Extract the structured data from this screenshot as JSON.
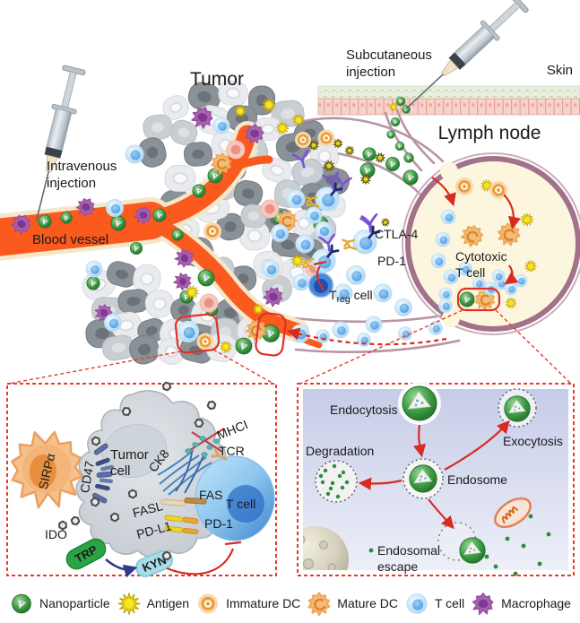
{
  "main": {
    "tumor_title": "Tumor",
    "lymph_node_title": "Lymph node",
    "intravenous_line1": "Intravenous",
    "intravenous_line2": "injection",
    "blood_vessel": "Blood vessel",
    "subcutaneous_line1": "Subcutaneous",
    "subcutaneous_line2": "injection",
    "skin": "Skin",
    "ctla4": "CTLA-4",
    "pd1": "PD-1",
    "treg_t": "T",
    "treg_sub": "reg",
    "treg_cell": " cell",
    "cytotoxic_line1": "Cytotoxic",
    "cytotoxic_line2": "T cell"
  },
  "tumor_inset": {
    "sirpa": "SIRPα",
    "cd47": "CD47",
    "tumor_cell_line1": "Tumor",
    "tumor_cell_line2": "cell",
    "ck8": "CK8",
    "mhci": "MHCI",
    "tcr": "TCR",
    "fas": "FAS",
    "t_cell": "T cell",
    "fasl": "FASL",
    "pdl1": "PD-L1",
    "pd1": "PD-1",
    "ido": "IDO",
    "trp": "TRP",
    "kyn": "KYN"
  },
  "lymph_inset": {
    "endocytosis": "Endocytosis",
    "exocytosis": "Exocytosis",
    "degradation": "Degradation",
    "endosome": "Endosome",
    "escape_line1": "Endosomal",
    "escape_line2": "escape"
  },
  "legend": {
    "items": [
      {
        "icon": "nanoparticle-icon",
        "label": "Nanoparticle"
      },
      {
        "icon": "antigen-icon",
        "label": "Antigen"
      },
      {
        "icon": "immature-dc-icon",
        "label": "Immature DC"
      },
      {
        "icon": "mature-dc-icon",
        "label": "Mature DC"
      },
      {
        "icon": "t-cell-icon",
        "label": "T cell"
      },
      {
        "icon": "macrophage-icon",
        "label": "Macrophage"
      }
    ]
  },
  "colors": {
    "nanoparticle_green": "#2e8b33",
    "antigen_yellow": "#f8e51e",
    "immature_dc_orange": "#ee9c3a",
    "mature_dc_orange": "#f4bc77",
    "t_cell_blue": "#9fd0f2",
    "macrophage_purple": "#ab62b2",
    "blood_vessel_orange": "#fa5a1e",
    "lymph_node_fill": "#fdf6de",
    "lymph_border_mauve": "#a2718a",
    "highlight_red": "#e03127",
    "inset_bg_lavender": "#c9cfe9"
  }
}
